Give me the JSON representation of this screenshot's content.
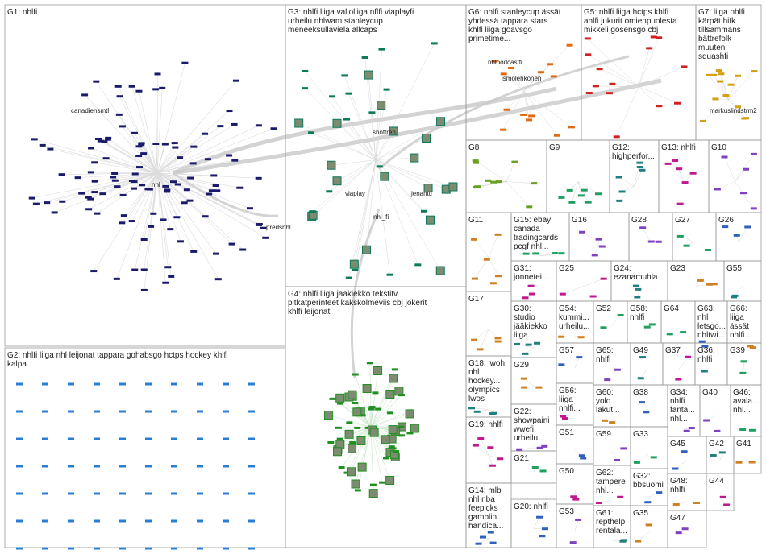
{
  "groups": [
    {
      "id": "G1",
      "terms": [
        "G1: nhlfi"
      ]
    },
    {
      "id": "G2",
      "terms": [
        "G2: nhlfi liiga nhl leijonat tappara gohabsgo hctps hockey khlfi",
        "kalpa"
      ]
    },
    {
      "id": "G3",
      "terms": [
        "G3: nhlfi liiga valioliiga nflfi viaplayfi",
        "urheilu nhlwam stanleycup",
        "meneeksullavielä allcaps"
      ]
    },
    {
      "id": "G4",
      "terms": [
        "G4: nhlfi liiga jääkiekko tekstitv",
        "pitkätperinteet kakskolmeviis cbj jokerit",
        "khlfi leijonat"
      ]
    },
    {
      "id": "G5",
      "terms": [
        "G5: nhlfi liiga hctps khlfi",
        "ahlfi jukurit omienpuolesta",
        "mikkeli gosensgo cbj"
      ]
    },
    {
      "id": "G6",
      "terms": [
        "G6: nhlfi stanleycup ässät",
        "yhdessä tappara stars",
        "khlfi liiga goavsgo",
        "primetime..."
      ]
    },
    {
      "id": "G7",
      "terms": [
        "G7: liiga nhlfi",
        "kärpät hifk",
        "tillsammans",
        "bättrefolk",
        "muuten",
        "squashfi"
      ]
    },
    {
      "id": "G8",
      "terms": [
        "G8"
      ]
    },
    {
      "id": "G9",
      "terms": [
        "G9"
      ]
    },
    {
      "id": "G10",
      "terms": [
        "G10"
      ]
    },
    {
      "id": "G11",
      "terms": [
        "G11"
      ]
    },
    {
      "id": "G12",
      "terms": [
        "G12:",
        "highperfor..."
      ]
    },
    {
      "id": "G13",
      "terms": [
        "G13: nhlfi"
      ]
    },
    {
      "id": "G14",
      "terms": [
        "G14: mlb",
        "nhl nba",
        "feepicks",
        "gamblin...",
        "handica..."
      ]
    },
    {
      "id": "G15",
      "terms": [
        "G15: ebay",
        "canada",
        "tradingcards",
        "pcgf nhl..."
      ]
    },
    {
      "id": "G16",
      "terms": [
        "G16"
      ]
    },
    {
      "id": "G17",
      "terms": [
        "G17"
      ]
    },
    {
      "id": "G18",
      "terms": [
        "G18: lwoh",
        "nhl",
        "hockey...",
        "olympics",
        "lwos"
      ]
    },
    {
      "id": "G19",
      "terms": [
        "G19: nhlfi"
      ]
    },
    {
      "id": "G20",
      "terms": [
        "G20: nhlfi"
      ]
    },
    {
      "id": "G21",
      "terms": [
        "G21"
      ]
    },
    {
      "id": "G22",
      "terms": [
        "G22:",
        "showpaini",
        "wwefi",
        "urheilu..."
      ]
    },
    {
      "id": "G23",
      "terms": [
        "G23"
      ]
    },
    {
      "id": "G24",
      "terms": [
        "G24:",
        "ezanamuhla"
      ]
    },
    {
      "id": "G25",
      "terms": [
        "G25"
      ]
    },
    {
      "id": "G26",
      "terms": [
        "G26"
      ]
    },
    {
      "id": "G27",
      "terms": [
        "G27"
      ]
    },
    {
      "id": "G28",
      "terms": [
        "G28"
      ]
    },
    {
      "id": "G29",
      "terms": [
        "G29"
      ]
    },
    {
      "id": "G30",
      "terms": [
        "G30:",
        "studio",
        "jääkiekko",
        "liiga..."
      ]
    },
    {
      "id": "G31",
      "terms": [
        "G31:",
        "jonnetei..."
      ]
    },
    {
      "id": "G32",
      "terms": [
        "G32:",
        "bbsuomi"
      ]
    },
    {
      "id": "G33",
      "terms": [
        "G33"
      ]
    },
    {
      "id": "G34",
      "terms": [
        "G34:",
        "nhlfi",
        "fanta...",
        "nhl..."
      ]
    },
    {
      "id": "G35",
      "terms": [
        "G35"
      ]
    },
    {
      "id": "G36",
      "terms": [
        "G36:",
        "nhlfi"
      ]
    },
    {
      "id": "G37",
      "terms": [
        "G37"
      ]
    },
    {
      "id": "G38",
      "terms": [
        "G38"
      ]
    },
    {
      "id": "G39",
      "terms": [
        "G39"
      ]
    },
    {
      "id": "G40",
      "terms": [
        "G40"
      ]
    },
    {
      "id": "G41",
      "terms": [
        "G41"
      ]
    },
    {
      "id": "G42",
      "terms": [
        "G42"
      ]
    },
    {
      "id": "G44",
      "terms": [
        "G44"
      ]
    },
    {
      "id": "G45",
      "terms": [
        "G45"
      ]
    },
    {
      "id": "G46",
      "terms": [
        "G46:",
        "avala...",
        "nhl..."
      ]
    },
    {
      "id": "G47",
      "terms": [
        "G47"
      ]
    },
    {
      "id": "G48",
      "terms": [
        "G48:",
        "nhlfi"
      ]
    },
    {
      "id": "G49",
      "terms": [
        "G49"
      ]
    },
    {
      "id": "G50",
      "terms": [
        "G50"
      ]
    },
    {
      "id": "G51",
      "terms": [
        "G51"
      ]
    },
    {
      "id": "G52",
      "terms": [
        "G52"
      ]
    },
    {
      "id": "G53",
      "terms": [
        "G53"
      ]
    },
    {
      "id": "G54",
      "terms": [
        "G54:",
        "kummi...",
        "urheilu..."
      ]
    },
    {
      "id": "G55",
      "terms": [
        "G55"
      ]
    },
    {
      "id": "G56",
      "terms": [
        "G56:",
        "liiga",
        "nhlfi..."
      ]
    },
    {
      "id": "G57",
      "terms": [
        "G57"
      ]
    },
    {
      "id": "G58",
      "terms": [
        "G58:",
        "nhlfi"
      ]
    },
    {
      "id": "G59",
      "terms": [
        "G59"
      ]
    },
    {
      "id": "G60",
      "terms": [
        "G60:",
        "yolo",
        "lakut..."
      ]
    },
    {
      "id": "G61",
      "terms": [
        "G61:",
        "repthelp",
        "rentala..."
      ]
    },
    {
      "id": "G62",
      "terms": [
        "G62:",
        "tampere",
        "nhl..."
      ]
    },
    {
      "id": "G63",
      "terms": [
        "G63:",
        "nhl",
        "letsgo...",
        "nhltwi..."
      ]
    },
    {
      "id": "G64",
      "terms": [
        "G64"
      ]
    },
    {
      "id": "G65",
      "terms": [
        "G65:",
        "nhlfi"
      ]
    },
    {
      "id": "G66",
      "terms": [
        "G66:",
        "liiga",
        "ässät",
        "nhlfi..."
      ]
    }
  ],
  "vertex_labels": [
    {
      "id": "canadiensmtl"
    },
    {
      "id": "nhl"
    },
    {
      "id": "predsnhl"
    },
    {
      "id": "shoffren"
    },
    {
      "id": "viaplay"
    },
    {
      "id": "nhl_fi"
    },
    {
      "id": "jenantti"
    },
    {
      "id": "nhlpodcastfi"
    },
    {
      "id": "ismolehkonen"
    },
    {
      "id": "markuslindstrm2"
    }
  ],
  "colors": {
    "G1": "#1a1a6b",
    "G2": "#2a7fd4",
    "G3": "#0a7a5a",
    "G4": "#1f8f1f",
    "G5": "#cc2222",
    "G6": "#e06a10",
    "G7": "#d4a010",
    "G8": "#6aa020",
    "misc": [
      "#c01890",
      "#3060c0",
      "#20a060",
      "#8040c0",
      "#d08020",
      "#208080"
    ]
  }
}
